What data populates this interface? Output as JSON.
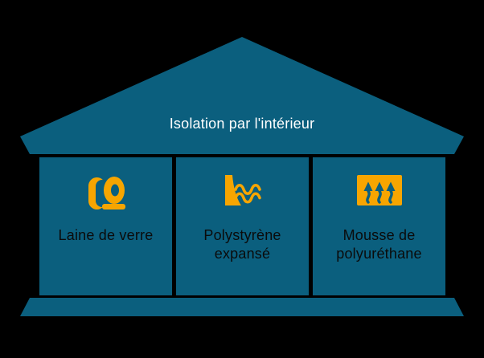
{
  "title": {
    "text": "Isolation par l'intérieur"
  },
  "columns": [
    {
      "label": "Laine de verre",
      "icon": "insulation-roll-icon"
    },
    {
      "label": "Polystyrène expansé",
      "icon": "barrier-and-waves-icon"
    },
    {
      "label": "Mousse de polyuréthane",
      "icon": "expanding-foam-arrows-icon"
    }
  ],
  "colors": {
    "house": "#0B5F7E",
    "accent": "#F7A500",
    "background": "#000000",
    "title_text": "#FFFFFF",
    "label_text": "#0B0B0B"
  }
}
